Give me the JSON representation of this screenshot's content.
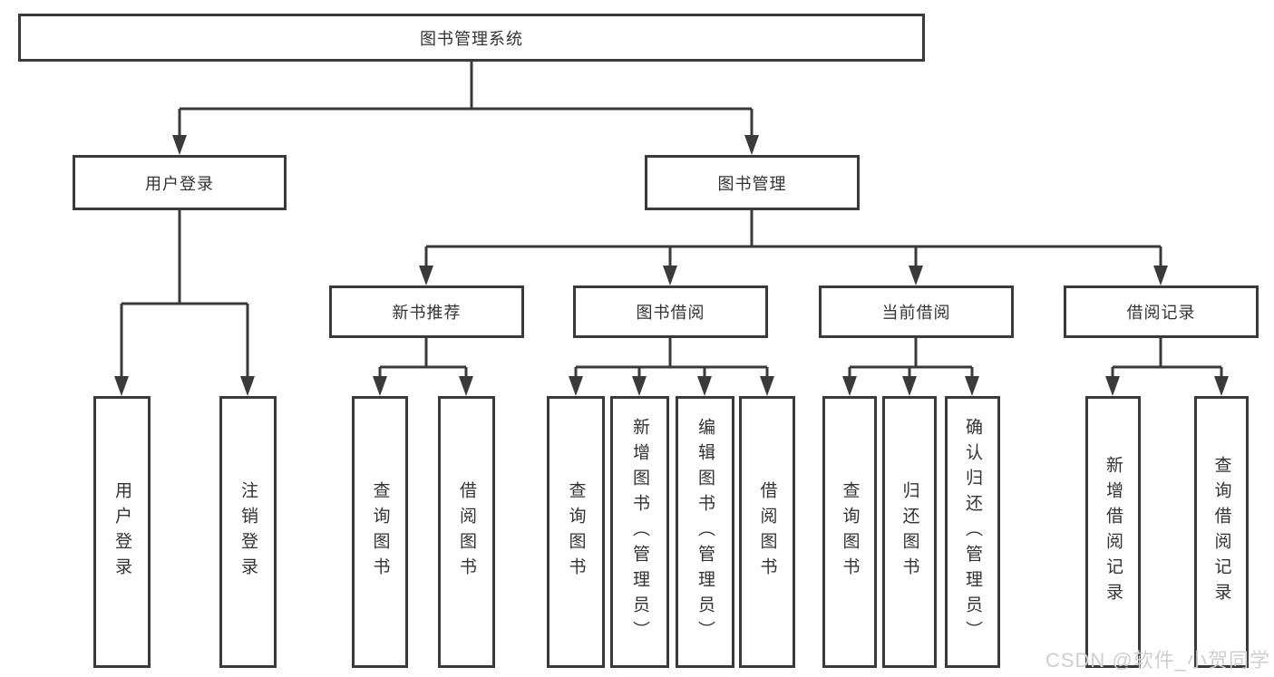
{
  "nodes": {
    "root": "图书管理系统",
    "level1": [
      "用户登录",
      "图书管理"
    ],
    "level2": [
      "新书推荐",
      "图书借阅",
      "当前借阅",
      "借阅记录"
    ],
    "leaves": {
      "user_login": [
        "用户登录",
        "注销登录"
      ],
      "new_books": [
        "查询图书",
        "借阅图书"
      ],
      "book_borrow": [
        "查询图书",
        "新增图书（管理员）",
        "编辑图书（管理员）",
        "借阅图书"
      ],
      "current_borrow": [
        "查询图书",
        "归还图书",
        "确认归还（管理员）"
      ],
      "borrow_records": [
        "新增借阅记录",
        "查询借阅记录"
      ]
    }
  },
  "watermark": "CSDN @软件_小贺同学",
  "colors": {
    "line": "#3a3a3a",
    "box_border": "#3a3a3a",
    "box_background": "#ffffff",
    "text": "#333333",
    "watermark": "#cfcfcf",
    "page_background": "#ffffff"
  }
}
